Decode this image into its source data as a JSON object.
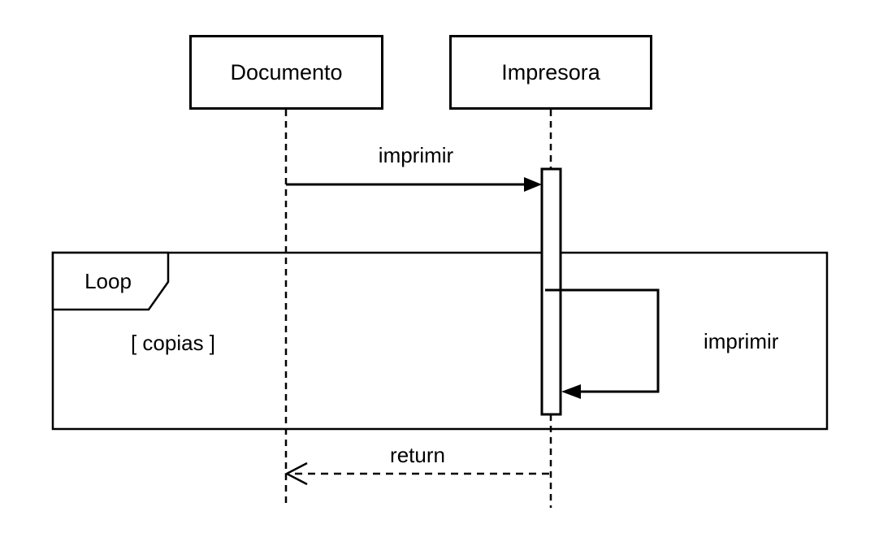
{
  "diagram": {
    "type": "uml-sequence-diagram",
    "actors": [
      {
        "name": "Documento"
      },
      {
        "name": "Impresora"
      }
    ],
    "messages": [
      {
        "label": "imprimir",
        "from": "Documento",
        "to": "Impresora",
        "kind": "synchronous-solid-arrow"
      },
      {
        "label": "imprimir",
        "from": "Impresora",
        "to": "Impresora",
        "kind": "self-message-solid-arrow"
      },
      {
        "label": "return",
        "from": "Impresora",
        "to": "Documento",
        "kind": "return-dashed-open-arrow"
      }
    ],
    "fragment": {
      "operator": "Loop",
      "guard": "[ copias ]"
    },
    "colors": {
      "line": "#000000",
      "background": "#ffffff",
      "shape_fill": "#ffffff"
    }
  }
}
